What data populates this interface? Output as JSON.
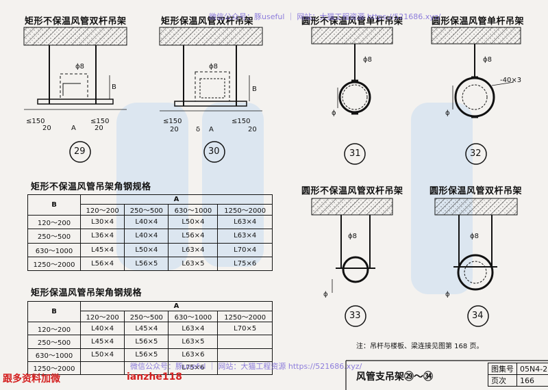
{
  "drawings": {
    "d29": {
      "title": "矩形不保温风管双杆吊架",
      "number": "29",
      "rod": "ϕ8",
      "dim_b": "B",
      "dim_150": "≤150",
      "dim_20a": "20",
      "dim_a": "A",
      "dim_150b": "≤150",
      "dim_20b": "20"
    },
    "d30": {
      "title": "矩形保温风管双杆吊架",
      "number": "30",
      "rod": "ϕ8",
      "dim_b": "B",
      "dim_150": "≤150",
      "dim_20a": "20",
      "dim_delta": "δ",
      "dim_a": "A",
      "dim_150b": "≤150",
      "dim_20b": "20"
    },
    "d31": {
      "title": "圆形不保温风管单杆吊架",
      "number": "31",
      "rod": "ϕ8",
      "dia": "ϕ"
    },
    "d32": {
      "title": "圆形保温风管单杆吊架",
      "number": "32",
      "rod": "ϕ8",
      "dia": "ϕ",
      "strap": "-40×3"
    },
    "d33": {
      "title": "圆形不保温风管双杆吊架",
      "number": "33",
      "rod": "ϕ8",
      "dia": "ϕ"
    },
    "d34": {
      "title": "圆形保温风管双杆吊架",
      "number": "34",
      "rod": "ϕ8",
      "dia": "ϕ"
    }
  },
  "table1": {
    "title": "矩形不保温风管吊架角钢规格",
    "corner": "B",
    "group": "A",
    "cols": [
      "120～200",
      "250～500",
      "630～1000",
      "1250～2000"
    ],
    "rows": [
      {
        "b": "120～200",
        "cells": [
          "L30×4",
          "L40×4",
          "L50×4",
          "L63×4"
        ]
      },
      {
        "b": "250～500",
        "cells": [
          "L36×4",
          "L40×4",
          "L56×4",
          "L63×4"
        ]
      },
      {
        "b": "630～1000",
        "cells": [
          "L45×4",
          "L50×4",
          "L63×4",
          "L70×4"
        ]
      },
      {
        "b": "1250～2000",
        "cells": [
          "L56×4",
          "L56×5",
          "L63×5",
          "L75×6"
        ]
      }
    ]
  },
  "table2": {
    "title": "矩形保温风管吊架角钢规格",
    "corner": "B",
    "group": "A",
    "cols": [
      "120～200",
      "250～500",
      "630～1000",
      "1250～2000"
    ],
    "rows": [
      {
        "b": "120～200",
        "cells": [
          "L40×4",
          "L45×4",
          "L63×4",
          "L70×5"
        ]
      },
      {
        "b": "250～500",
        "cells": [
          "L45×4",
          "L56×5",
          "L63×5",
          ""
        ]
      },
      {
        "b": "630～1000",
        "cells": [
          "L50×4",
          "L56×5",
          "L63×6",
          ""
        ]
      },
      {
        "b": "1250～2000",
        "cells": [
          "",
          "",
          "L75×6",
          ""
        ]
      }
    ]
  },
  "note": "注：吊杆与楼板、梁连接见图第 168 页。",
  "title_block": {
    "sheet_title": "风管支吊架㉙～㉞",
    "atlas_label": "图集号",
    "atlas_value": "05N4-2",
    "page_label": "页次",
    "page_value": "166"
  },
  "watermarks": {
    "top": "微信公众号：豚useful ｜ 网站：大猫工程资源 https://521686.xyz/",
    "bottom": "微信公众号：豚useful ｜ 网站：大猫工程资源 https://521686.xyz/",
    "red_left": "跟多资料加微",
    "red_right": "ianzhe118"
  },
  "colors": {
    "watermark_blue": "#c9dcf0",
    "watermark_text": "#7b68d8",
    "red": "#d42020"
  }
}
